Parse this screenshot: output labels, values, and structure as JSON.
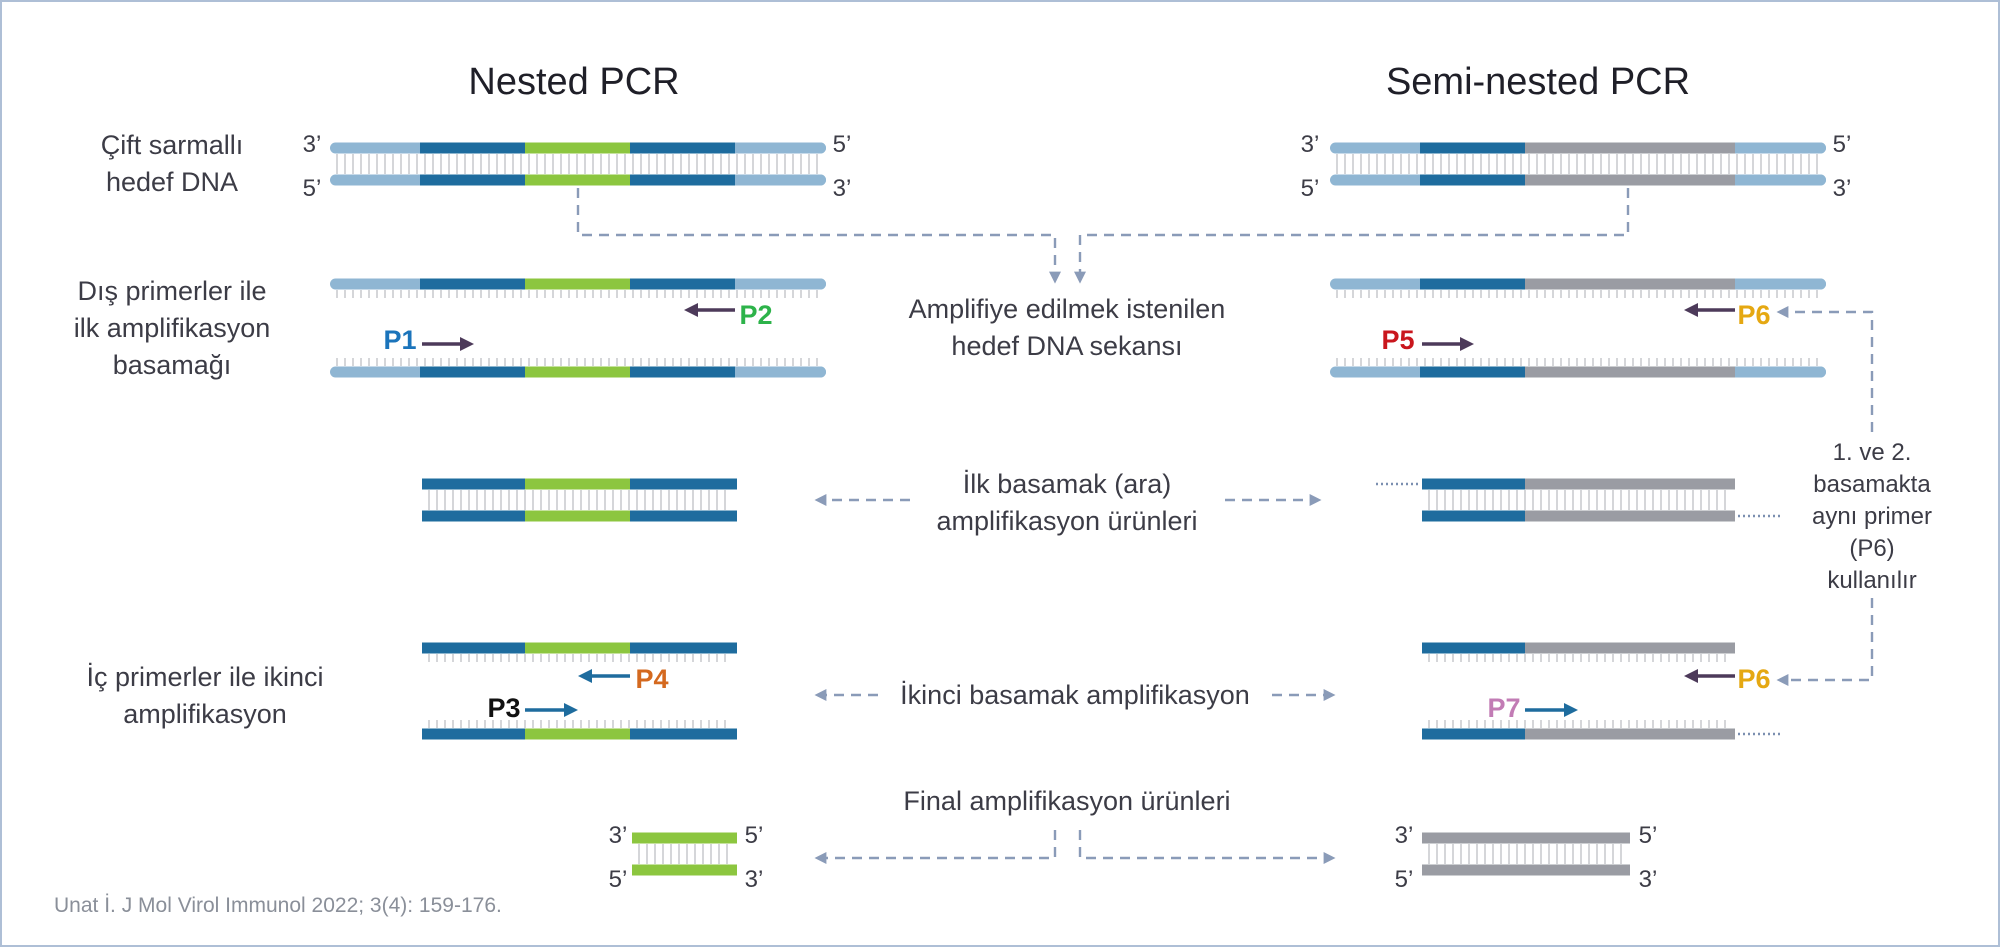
{
  "colors": {
    "light_blue": "#8fb6d3",
    "dark_blue": "#1e6c9e",
    "green": "#8cc63f",
    "gray": "#9a9ca3",
    "tick": "#c7c9cc",
    "dashed": "#8a9bb8",
    "arrow_dark": "#4d3a5a",
    "arrow_blue": "#1e6c9e",
    "border": "#aebfd6"
  },
  "titles": {
    "nested": "Nested PCR",
    "semi": "Semi-nested PCR"
  },
  "row_labels": {
    "target_line1": "Çift sarmallı",
    "target_line2": "hedef DNA",
    "outer_line1": "Dış primerler ile",
    "outer_line2": "ilk amplifikasyon",
    "outer_line3": "basamağı",
    "inner_line1": "İç primerler ile ikinci",
    "inner_line2": "amplifikasyon"
  },
  "center_labels": {
    "target_seq_line1": "Amplifiye edilmek istenilen",
    "target_seq_line2": "hedef DNA sekansı",
    "first_products_line1": "İlk basamak (ara)",
    "first_products_line2": "amplifikasyon ürünleri",
    "second_amp": "İkinci basamak amplifikasyon",
    "final_products": "Final amplifikasyon ürünleri"
  },
  "ends": {
    "three": "3’",
    "five": "5’"
  },
  "primers": {
    "p1": {
      "label": "P1",
      "color": "#1b74bb"
    },
    "p2": {
      "label": "P2",
      "color": "#2db34a"
    },
    "p3": {
      "label": "P3",
      "color": "#111111"
    },
    "p4": {
      "label": "P4",
      "color": "#d4691f"
    },
    "p5": {
      "label": "P5",
      "color": "#c9161d"
    },
    "p6": {
      "label": "P6",
      "color": "#e5a812"
    },
    "p7": {
      "label": "P7",
      "color": "#c27cb5"
    }
  },
  "side_note": {
    "line1": "1. ve 2.",
    "line2": "basamakta",
    "line3": "aynı primer",
    "line4": "(P6)",
    "line5": "kullanılır"
  },
  "citation": "Unat İ. J Mol Virol Immunol 2022; 3(4): 159-176."
}
